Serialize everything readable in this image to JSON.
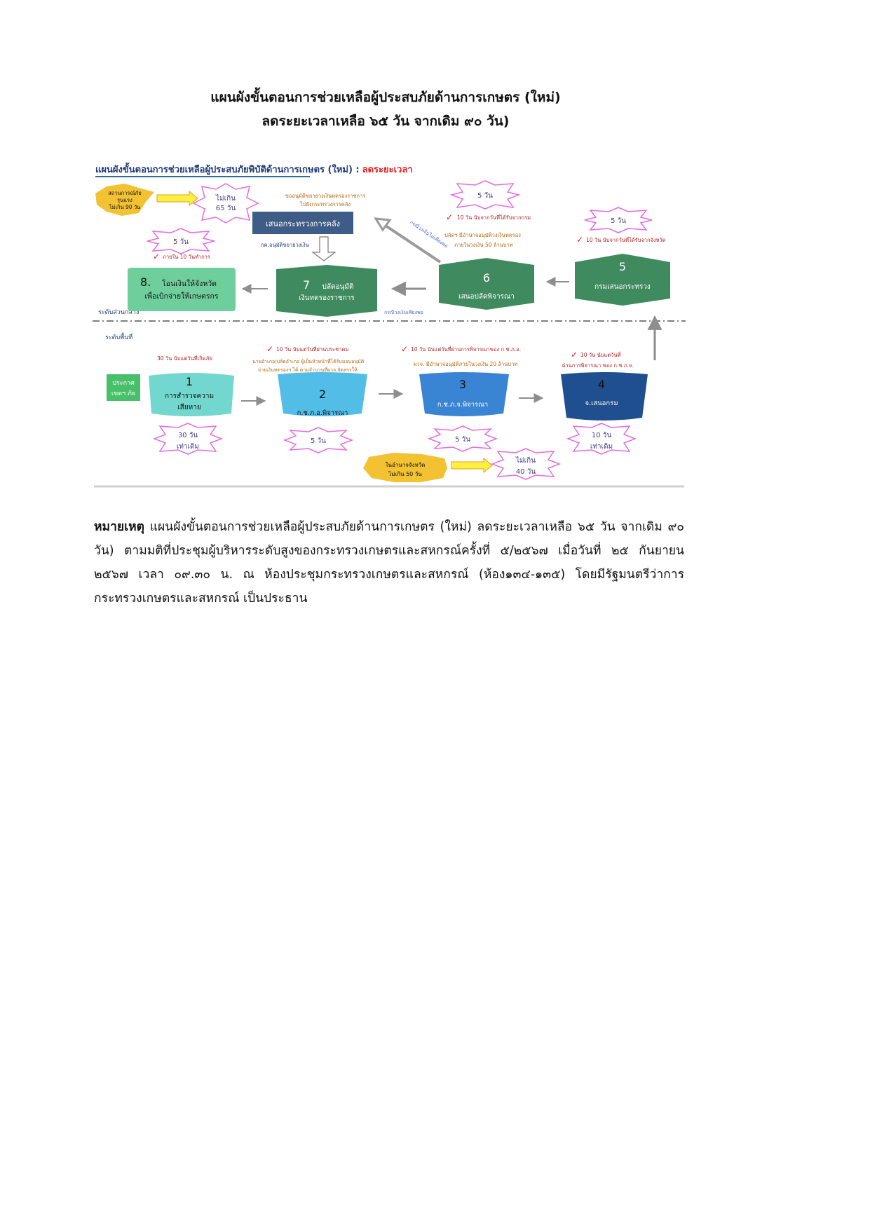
{
  "doc": {
    "title_line1": "แผนผังขั้นตอนการช่วยเหลือผู้ประสบภัยด้านการเกษตร (ใหม่)",
    "title_line2": "ลดระยะเวลาเหลือ ๖๕ วัน จากเดิม ๙๐ วัน)",
    "note_label": "หมายเหตุ",
    "note_text": " แผนผังขั้นตอนการช่วยเหลือผู้ประสบภัยด้านการเกษตร (ใหม่) ลดระยะเวลาเหลือ ๖๕ วัน จากเดิม ๙๐ วัน) ตามมติที่ประชุมผู้บริหารระดับสูงของกระทรวงเกษตรและสหกรณ์ครั้งที่ ๕/๒๕๖๗ เมื่อวันที่ ๒๕ กันยายน ๒๕๖๗ เวลา ๐๙.๓๐ น. ณ ห้องประชุมกระทรวงเกษตรและสหกรณ์ (ห้อง๑๓๔-๑๓๕) โดยมีรัฐมนตรีว่าการกระทรวงเกษตรและสหกรณ์ เป็นประธาน"
  },
  "diagram": {
    "heading": "แผนผังขั้นตอนการช่วยเหลือผู้ประสบภัยพิบัติด้านการเกษตร (ใหม่) :",
    "heading_accent": "ลดระยะเวลา",
    "central_level": "ระดับส่วนกลาง",
    "area_level": "ระดับพื้นที่",
    "severe_badge": [
      "สถานการณ์ภัย",
      "รุนแรง",
      "ไม่เกิน 90 วัน"
    ],
    "severe_limit": [
      "ไม่เกิน",
      "65 วัน"
    ],
    "province_badge": [
      "ในอำนาจจังหวัด",
      "ไม่เกิน 50 วัน"
    ],
    "province_limit": [
      "ไม่เกิน",
      "40 วัน"
    ],
    "declare": [
      "ประกาศ",
      "เขตฯ ภัย"
    ],
    "finance_box": "เสนอกระทรวงการคลัง",
    "finance_note": [
      "ขออนุมัติขยายวงเงินทดรองราชการ",
      "ไปยังกระทรวงการคลัง"
    ],
    "finance_under": "กค.อนุมัติขยายวงเงิน",
    "finance_arrow_note": "กรณีวงเงินไม่เพียงพอ",
    "step8_limit": "5 วัน",
    "step8_check": "ภายใน 10 วันทำการ",
    "step6_limit": "5 วัน",
    "step6_check": "10 วัน นับจากวันที่ได้รับจากกรม",
    "step6_note": [
      "ปลัดฯ มีอำนาจอนุมัติวงเงินทดรอง",
      "ภายในวงเงิน 50 ล้านบาท"
    ],
    "step5_limit": "5 วัน",
    "step5_check": "10 วัน นับจากวันที่ได้รับจากจังหวัด",
    "sufficient_note": "กรณีวงเงินเพียงพอ",
    "step1_note": "30 วัน นับแต่วันที่เกิดภัย",
    "step2_check": "10 วัน นับแต่วันที่ผ่านประชาคม",
    "step2_note": [
      "นายอำเภอ/ปลัดอำเภอ ผู้เป็นหัวหน้าที่ได้รับมอบอนุมัติ",
      "จ่ายเงินทดรองฯ ได้ ตามจำนวนที่ผวจ.จัดสรรให้"
    ],
    "step3_check": "10 วัน นับแต่วันที่ผ่านการพิจารณาของ ก.ช.ภ.อ.",
    "step3_note": "ผวจ. มีอำนาจอนุมัติภายในวงเงิน 20 ล้านบาท",
    "step4_check": [
      "10 วัน นับแต่วันที่",
      "ผ่านการพิจารณา ของ ก.ช.ภ.จ."
    ],
    "steps": [
      {
        "num": "1",
        "lines": [
          "การสำรวจความ",
          "เสียหาย"
        ],
        "limit": [
          "30 วัน",
          "เท่าเดิม"
        ]
      },
      {
        "num": "2",
        "lines": [
          "ก.ช.ภ.อ.พิจารณา"
        ],
        "limit": [
          "5 วัน"
        ]
      },
      {
        "num": "3",
        "lines": [
          "ก.ช.ภ.จ.พิจารณา"
        ],
        "limit": [
          "5 วัน"
        ]
      },
      {
        "num": "4",
        "lines": [
          "จ.เสนอกรม"
        ],
        "limit": [
          "10 วัน",
          "เท่าเดิม"
        ]
      },
      {
        "num": "5",
        "lines": [
          "กรมเสนอกระทรวง"
        ]
      },
      {
        "num": "6",
        "lines": [
          "เสนอปลัดพิจารณา"
        ]
      },
      {
        "num": "7",
        "lines": [
          "ปลัดอนุมัติ",
          "เงินทดรองราชการ"
        ]
      },
      {
        "num": "8.",
        "lines": [
          "โอนเงินให้จังหวัด",
          "เพื่อเบิกจ่ายให้เกษตรกร"
        ]
      }
    ],
    "colors": {
      "heading": "#1f3b7a",
      "accent": "#e02222",
      "step1": "#72d8cf",
      "step2": "#52bde6",
      "step3": "#3a84d4",
      "step4": "#1f4f8f",
      "step_green": "#3f8a5e",
      "step8": "#6fcf9c",
      "finance": "#3e5c86",
      "star_stroke": "#e56be0",
      "badge": "#f2c233",
      "arrow": "#8e8e8e",
      "note_text": "#b06a10"
    }
  }
}
